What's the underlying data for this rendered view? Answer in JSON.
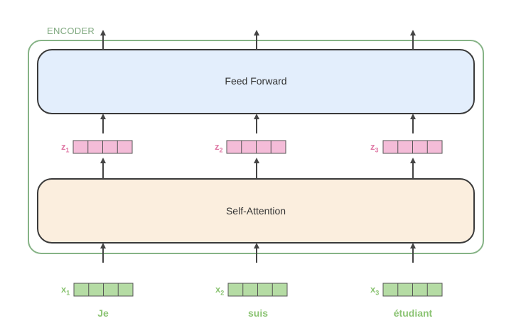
{
  "encoder": {
    "label": "ENCODER"
  },
  "blocks": {
    "feed_forward": "Feed Forward",
    "self_attention": "Self-Attention"
  },
  "z_vectors": [
    {
      "label": "z",
      "sub": "1"
    },
    {
      "label": "z",
      "sub": "2"
    },
    {
      "label": "z",
      "sub": "3"
    }
  ],
  "x_vectors": [
    {
      "label": "x",
      "sub": "1"
    },
    {
      "label": "x",
      "sub": "2"
    },
    {
      "label": "x",
      "sub": "3"
    }
  ],
  "words": [
    "Je",
    "suis",
    "étudiant"
  ],
  "colors": {
    "encoder_border": "#86b386",
    "feed_forward_fill": "#e3eefc",
    "self_attention_fill": "#fbeede",
    "z_cell": "#f4bcd8",
    "x_cell": "#b5dca4"
  }
}
